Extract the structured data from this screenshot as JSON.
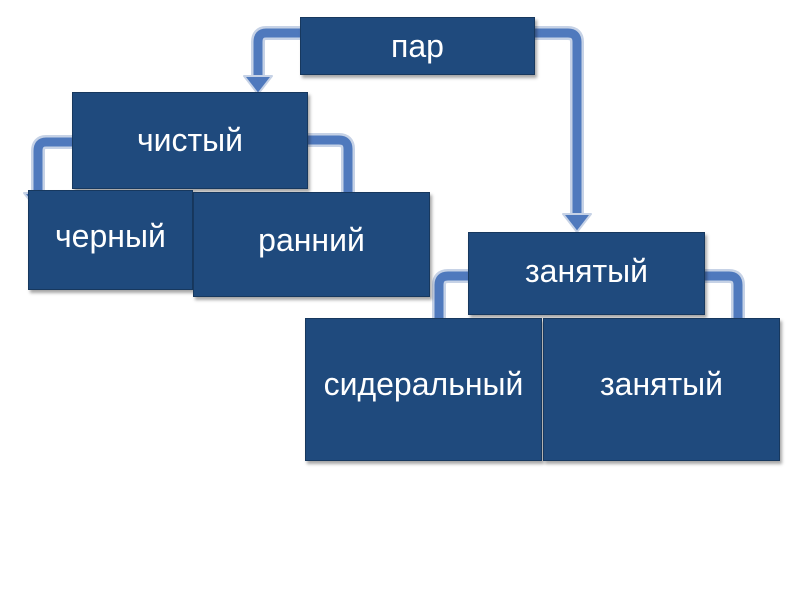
{
  "diagram": {
    "nodes": {
      "root": "пар",
      "clean": "чистый",
      "black": "черный",
      "early": "ранний",
      "busy": "занятый",
      "sidereal": "сидеральный",
      "busy_child": "занятый"
    },
    "edges": [
      {
        "from": "root",
        "to": "clean"
      },
      {
        "from": "root",
        "to": "busy"
      },
      {
        "from": "clean",
        "to": "black"
      },
      {
        "from": "clean",
        "to": "early"
      },
      {
        "from": "busy",
        "to": "sidereal"
      },
      {
        "from": "busy",
        "to": "busy_child"
      }
    ],
    "colors": {
      "node_fill": "#1f4a7d",
      "node_text": "#ffffff",
      "arrow_fill": "#4f79bd",
      "arrow_outline": "#c6d2e6"
    }
  }
}
